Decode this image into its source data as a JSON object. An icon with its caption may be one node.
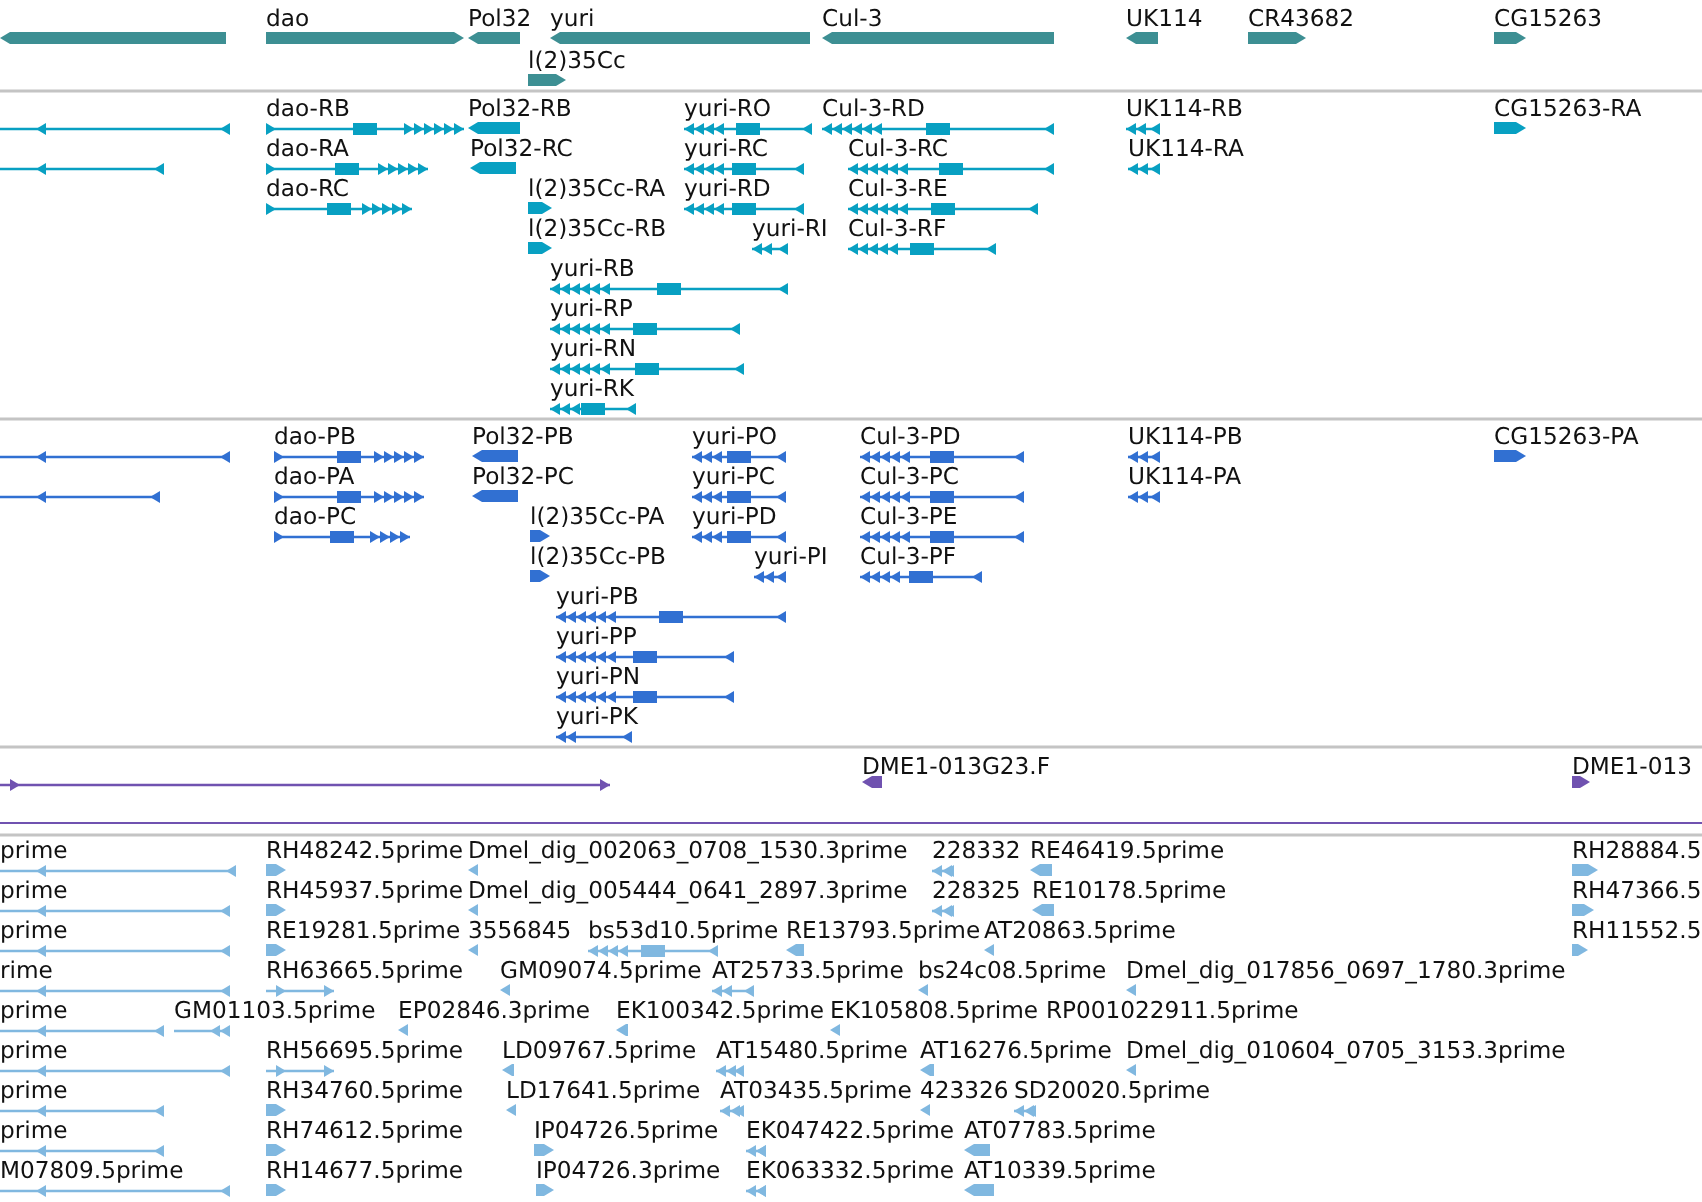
{
  "diagram": {
    "labels": [
      "dao",
      "Pol32",
      "yuri",
      "Cul-3",
      "UK114",
      "CR43682",
      "CG15263",
      "l(2)35Cc",
      "dao-RB",
      "Pol32-RB",
      "yuri-RO",
      "Cul-3-RD",
      "UK114-RB",
      "CG15263-RA",
      "dao-RA",
      "Pol32-RC",
      "yuri-RC",
      "Cul-3-RC",
      "UK114-RA",
      "dao-RC",
      "l(2)35Cc-RA",
      "yuri-RD",
      "Cul-3-RE",
      "l(2)35Cc-RB",
      "yuri-RI",
      "Cul-3-RF",
      "yuri-RB",
      "yuri-RP",
      "yuri-RN",
      "yuri-RK",
      "dao-PB",
      "Pol32-PB",
      "yuri-PO",
      "Cul-3-PD",
      "UK114-PB",
      "CG15263-PA",
      "dao-PA",
      "Pol32-PC",
      "yuri-PC",
      "Cul-3-PC",
      "UK114-PA",
      "dao-PC",
      "l(2)35Cc-PA",
      "yuri-PD",
      "Cul-3-PE",
      "l(2)35Cc-PB",
      "yuri-PI",
      "Cul-3-PF",
      "yuri-PB",
      "yuri-PP",
      "yuri-PN",
      "yuri-PK",
      "DME1-013G23.F",
      "DME1-013",
      "prime",
      "RH48242.5prime",
      "Dmel_dig_002063_0708_1530.3prime",
      "228332",
      "RE46419.5prime",
      "RH28884.5",
      "prime",
      "RH45937.5prime",
      "Dmel_dig_005444_0641_2897.3prime",
      "228325",
      "RE10178.5prime",
      "RH47366.5",
      "prime",
      "RE19281.5prime",
      "3556845",
      "bs53d10.5prime",
      "RE13793.5prime",
      "AT20863.5prime",
      "RH11552.5",
      "rime",
      "RH63665.5prime",
      "GM09074.5prime",
      "AT25733.5prime",
      "bs24c08.5prime",
      "Dmel_dig_017856_0697_1780.3prime",
      "prime",
      "GM01103.5prime",
      "EP02846.3prime",
      "EK100342.5prime",
      "EK105808.5prime",
      "RP001022911.5prime",
      "prime",
      "RH56695.5prime",
      "LD09767.5prime",
      "AT15480.5prime",
      "AT16276.5prime",
      "Dmel_dig_010604_0705_3153.3prime",
      "prime",
      "RH34760.5prime",
      "LD17641.5prime",
      "AT03435.5prime",
      "423326",
      "SD20020.5prime",
      "prime",
      "RH74612.5prime",
      "IP04726.5prime",
      "EK047422.5prime",
      "AT07783.5prime",
      "M07809.5prime",
      "RH14677.5prime",
      "IP04726.3prime",
      "EK063332.5prime",
      "AT10339.5prime"
    ]
  }
}
